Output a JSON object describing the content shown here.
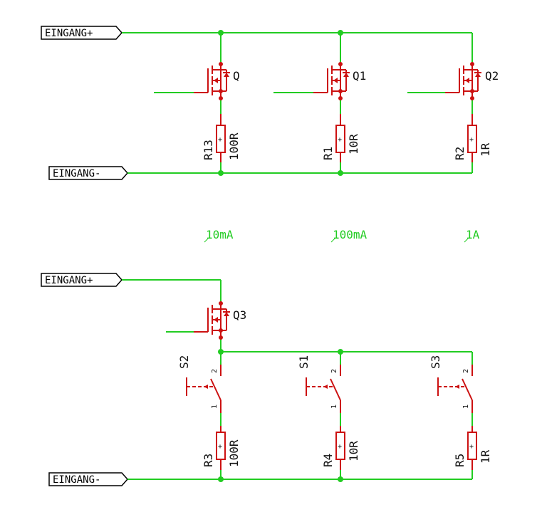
{
  "ports": {
    "in_plus_top": "EINGANG+",
    "in_minus_top": "EINGANG-",
    "in_plus_bottom": "EINGANG+",
    "in_minus_bottom": "EINGANG-"
  },
  "transistors": {
    "q": "Q",
    "q1": "Q1",
    "q2": "Q2",
    "q3": "Q3"
  },
  "resistors": {
    "r13": {
      "name": "R13",
      "value": "100R"
    },
    "r1": {
      "name": "R1",
      "value": "10R"
    },
    "r2": {
      "name": "R2",
      "value": "1R"
    },
    "r3": {
      "name": "R3",
      "value": "100R"
    },
    "r4": {
      "name": "R4",
      "value": "10R"
    },
    "r5": {
      "name": "R5",
      "value": "1R"
    }
  },
  "switches": {
    "s2": {
      "name": "S2",
      "pin1": "1",
      "pin2": "2"
    },
    "s1": {
      "name": "S1",
      "pin1": "1",
      "pin2": "2"
    },
    "s3": {
      "name": "S3",
      "pin1": "1",
      "pin2": "2"
    }
  },
  "currents": {
    "c1": "10mA",
    "c2": "100mA",
    "c3": "1A"
  },
  "colors": {
    "wire": "#22cc22",
    "component": "#cc1111",
    "port": "#000000"
  }
}
